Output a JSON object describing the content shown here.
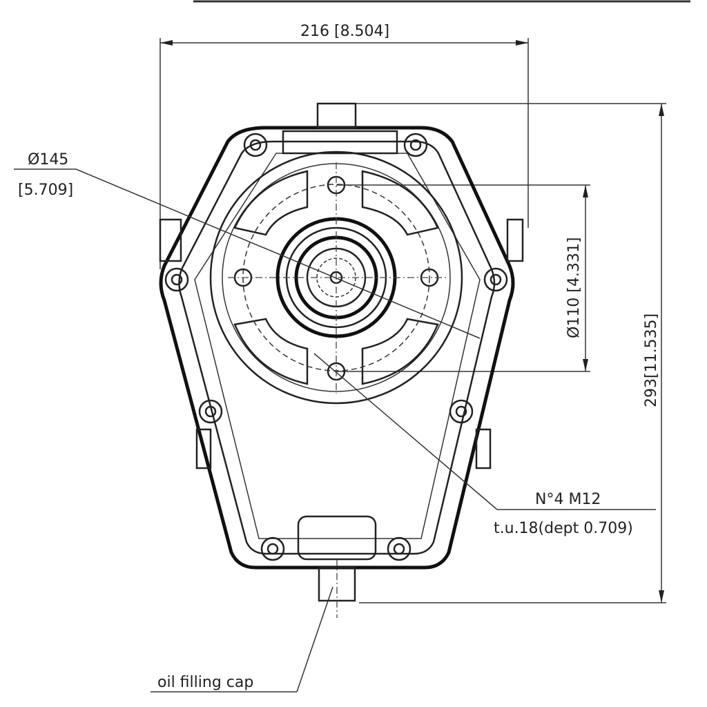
{
  "dimensions": {
    "width": "216 [8.504]",
    "diameter_outer": "Ø145",
    "diameter_outer_in": "[5.709]",
    "diameter_pilot": "Ø110 [4.331]",
    "height": "293[11.535]",
    "holes_line1": "N°4 M12",
    "holes_line2": "t.u.18(dept 0.709)"
  },
  "labels": {
    "oil_cap": "oil filling cap"
  }
}
